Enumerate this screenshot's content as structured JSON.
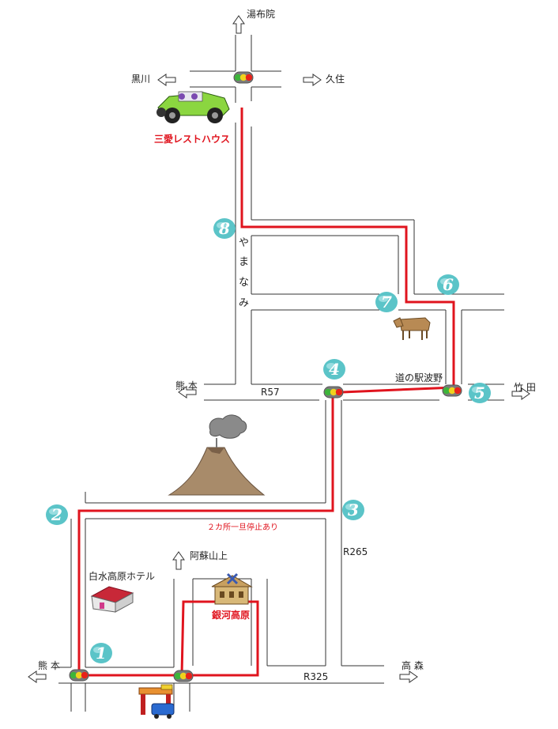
{
  "places": {
    "yufuin": "湯布院",
    "kurokawa": "黒川",
    "kuju": "久住",
    "restaurant": "三愛レストハウス",
    "road_name": [
      "や",
      "ま",
      "な",
      "み"
    ],
    "kumamoto_mid": "熊 本",
    "r57": "R57",
    "roadside_station": "道の駅波野",
    "taketa": "竹 田",
    "note_stops": "２カ所一旦停止あり",
    "aso_summit": "阿蘇山上",
    "r265": "R265",
    "hotel": "白水高原ホテル",
    "ginga": "銀河高原",
    "kumamoto_bottom": "熊 本",
    "takamori": "高 森",
    "r325": "R325"
  },
  "markers": [
    "1",
    "2",
    "3",
    "4",
    "5",
    "6",
    "7",
    "8"
  ],
  "colors": {
    "route": "#e0141e",
    "road": "#333333",
    "marker": "#5bc4c8",
    "light_red": "#e8221a",
    "light_yellow": "#f0d21e",
    "light_green": "#3db43a",
    "light_body": "#7a7a7a"
  },
  "icons": [
    "arrow-icon",
    "traffic-light-icon",
    "car-icon",
    "volcano-icon",
    "cow-icon",
    "hotel-icon",
    "house-icon",
    "gas-station-icon"
  ]
}
